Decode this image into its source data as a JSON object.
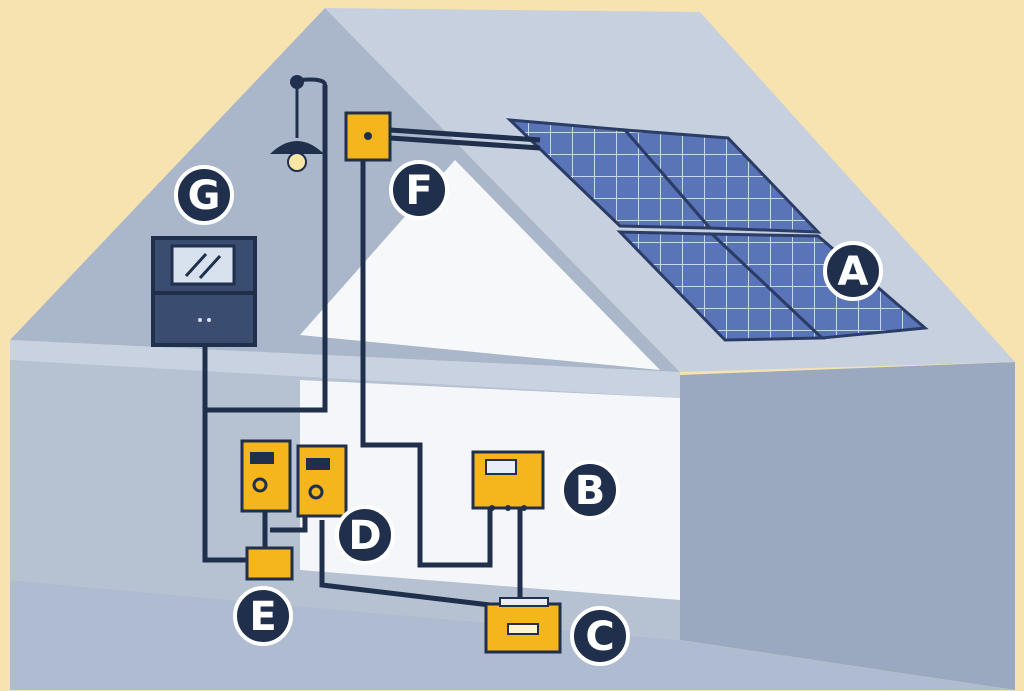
{
  "colors": {
    "background": "#f7e3b0",
    "wall_shade": "#9aa9bf",
    "wall_light": "#c2ccdb",
    "interior": "#f7f8fa",
    "outline": "#1f2f4c",
    "panel_blue": "#5a74b8",
    "device_yellow": "#f5b51c",
    "wire": "#1f2f4c"
  },
  "labels": {
    "A": "A",
    "B": "B",
    "C": "C",
    "D": "D",
    "E": "E",
    "F": "F",
    "G": "G"
  },
  "components": [
    {
      "id": "A",
      "icon": "solar-panel-icon"
    },
    {
      "id": "B",
      "icon": "charge-controller-icon"
    },
    {
      "id": "C",
      "icon": "battery-icon"
    },
    {
      "id": "D",
      "icon": "inverter-icon"
    },
    {
      "id": "E",
      "icon": "junction-box-icon"
    },
    {
      "id": "F",
      "icon": "roof-junction-box-icon"
    },
    {
      "id": "G",
      "icon": "appliance-icon"
    }
  ]
}
